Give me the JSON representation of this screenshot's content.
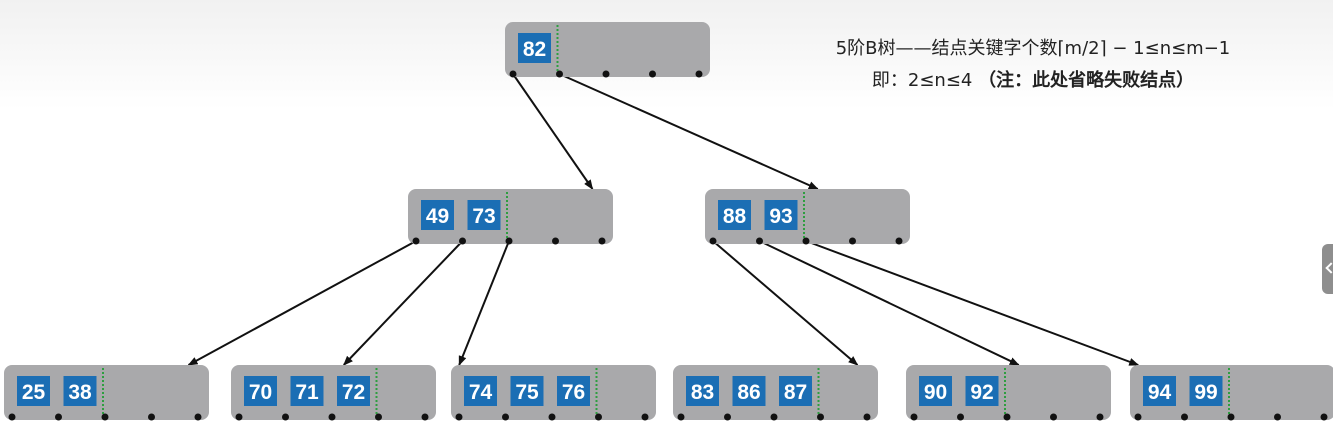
{
  "notes": {
    "line1": "5阶B树——结点关键字个数⌈m/2⌉ − 1≤n≤m−1",
    "line2_main": "即：2≤n≤4",
    "line2_note": "（注：此处省略失败结点）"
  },
  "colors": {
    "key_fill": "#1b6eb4",
    "node_fill": "#a9a9ab",
    "divider": "#2e9e40",
    "edge": "#111111"
  },
  "tree": {
    "nodes": [
      {
        "id": "root",
        "keys": [
          "82"
        ],
        "children": [
          "n49_73",
          "n88_93"
        ]
      },
      {
        "id": "n49_73",
        "keys": [
          "49",
          "73"
        ],
        "children": [
          "n25_38",
          "n70_71_72",
          "n74_75_76"
        ]
      },
      {
        "id": "n88_93",
        "keys": [
          "88",
          "93"
        ],
        "children": [
          "n83_86_87",
          "n90_92",
          "n94_99"
        ]
      },
      {
        "id": "n25_38",
        "keys": [
          "25",
          "38"
        ],
        "children": []
      },
      {
        "id": "n70_71_72",
        "keys": [
          "70",
          "71",
          "72"
        ],
        "children": []
      },
      {
        "id": "n74_75_76",
        "keys": [
          "74",
          "75",
          "76"
        ],
        "children": []
      },
      {
        "id": "n83_86_87",
        "keys": [
          "83",
          "86",
          "87"
        ],
        "children": []
      },
      {
        "id": "n90_92",
        "keys": [
          "90",
          "92"
        ],
        "children": []
      },
      {
        "id": "n94_99",
        "keys": [
          "94",
          "99"
        ],
        "children": []
      }
    ]
  }
}
